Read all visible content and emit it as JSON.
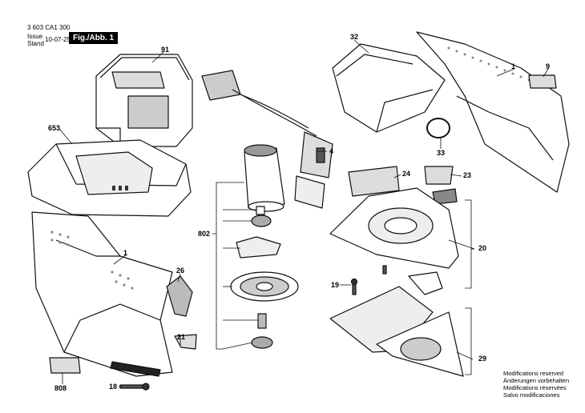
{
  "header": {
    "doc_number": "3 603 CA1 300",
    "issue_label": "Issue",
    "stand_label": "Stand",
    "date": "10-07-25",
    "figure_label": "Fig./Abb. 1"
  },
  "part_numbers": {
    "p91": "91",
    "p653": "653",
    "p32": "32",
    "p1_top": "1",
    "p9": "9",
    "p4": "4",
    "p33": "33",
    "p24": "24",
    "p23": "23",
    "p802": "802",
    "p20": "20",
    "p1_left": "1",
    "p26": "26",
    "p19": "19",
    "p21": "21",
    "p29": "29",
    "p808": "808",
    "p18": "18"
  },
  "notes": [
    "Modifications reserved",
    "Änderungen vorbehalten",
    "Modifications réservées",
    "Salvo modificaciones"
  ]
}
